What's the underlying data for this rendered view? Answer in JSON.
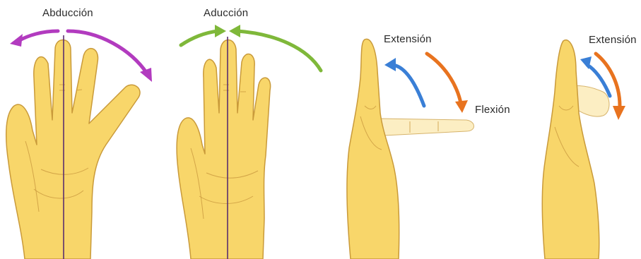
{
  "labels": {
    "abduction": "Abducción",
    "adduction": "Aducción",
    "extension_1": "Extensión",
    "flexion": "Flexión",
    "extension_2": "Extensión"
  },
  "colors": {
    "skin": "#f8d66a",
    "outline": "#c99a3a",
    "midline": "#5a2e6e",
    "abduction_arrow": "#b23bbf",
    "adduction_arrow": "#7fb83a",
    "extension_arrow": "#e8731f",
    "flexion_arrow": "#3a7fd6"
  }
}
